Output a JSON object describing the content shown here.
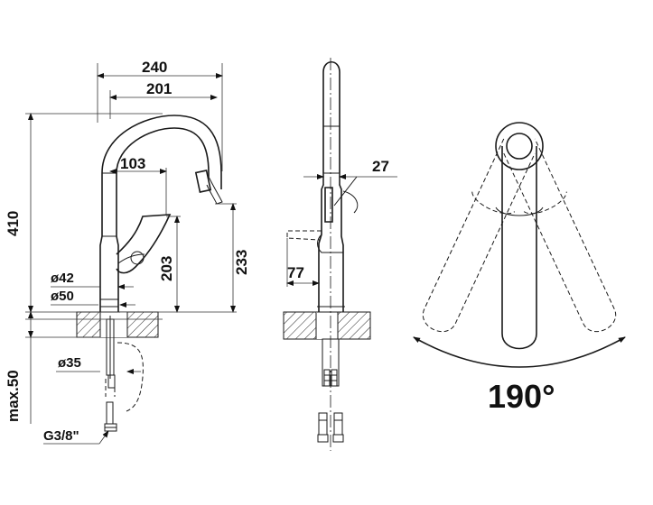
{
  "front_view": {
    "dim_240": "240",
    "dim_201": "201",
    "dim_103": "103",
    "dim_410": "410",
    "dim_233": "233",
    "dim_203": "203",
    "dim_o42": "ø42",
    "dim_o50": "ø50",
    "dim_o35": "ø35",
    "dim_max50": "max.50",
    "dim_g38": "G3/8\""
  },
  "side_view": {
    "dim_27": "27",
    "dim_77": "77"
  },
  "top_view": {
    "rotation_angle": "190°"
  }
}
